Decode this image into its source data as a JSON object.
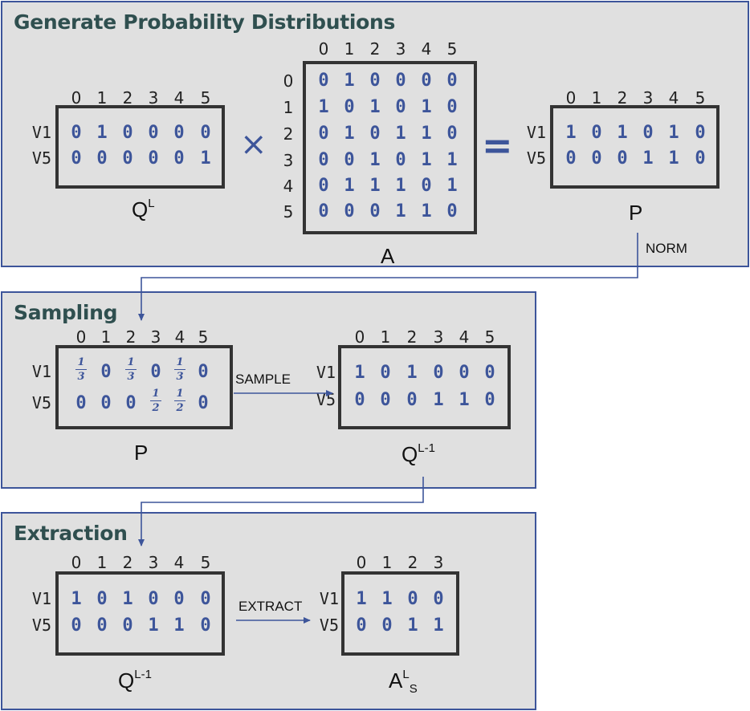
{
  "panels": {
    "generate": {
      "title": "Generate Probability Distributions"
    },
    "sampling": {
      "title": "Sampling"
    },
    "extraction": {
      "title": "Extraction"
    }
  },
  "row_labels": [
    "V1",
    "V5"
  ],
  "col_indices_6": [
    "0",
    "1",
    "2",
    "3",
    "4",
    "5"
  ],
  "col_indices_4": [
    "0",
    "1",
    "2",
    "3"
  ],
  "row_indices_6": [
    "0",
    "1",
    "2",
    "3",
    "4",
    "5"
  ],
  "matrices": {
    "QL": {
      "label_base": "Q",
      "label_sup": "L",
      "rows": [
        [
          "0",
          "1",
          "0",
          "0",
          "0",
          "0"
        ],
        [
          "0",
          "0",
          "0",
          "0",
          "0",
          "1"
        ]
      ]
    },
    "A": {
      "label": "A",
      "rows": [
        [
          "0",
          "1",
          "0",
          "0",
          "0",
          "0"
        ],
        [
          "1",
          "0",
          "1",
          "0",
          "1",
          "0"
        ],
        [
          "0",
          "1",
          "0",
          "1",
          "1",
          "0"
        ],
        [
          "0",
          "0",
          "1",
          "0",
          "1",
          "1"
        ],
        [
          "0",
          "1",
          "1",
          "1",
          "0",
          "1"
        ],
        [
          "0",
          "0",
          "0",
          "1",
          "1",
          "0"
        ]
      ]
    },
    "P": {
      "label": "P",
      "rows": [
        [
          "1",
          "0",
          "1",
          "0",
          "1",
          "0"
        ],
        [
          "0",
          "0",
          "0",
          "1",
          "1",
          "0"
        ]
      ]
    },
    "P_norm": {
      "label": "P",
      "rows": [
        [
          {
            "n": "1",
            "d": "3"
          },
          "0",
          {
            "n": "1",
            "d": "3"
          },
          "0",
          {
            "n": "1",
            "d": "3"
          },
          "0"
        ],
        [
          "0",
          "0",
          "0",
          {
            "n": "1",
            "d": "2"
          },
          {
            "n": "1",
            "d": "2"
          },
          "0"
        ]
      ]
    },
    "QL1_sampled": {
      "label_base": "Q",
      "label_sup": "L-1",
      "rows": [
        [
          "1",
          "0",
          "1",
          "0",
          "0",
          "0"
        ],
        [
          "0",
          "0",
          "0",
          "1",
          "1",
          "0"
        ]
      ]
    },
    "QL1_extract": {
      "label_base": "Q",
      "label_sup": "L-1",
      "rows": [
        [
          "1",
          "0",
          "1",
          "0",
          "0",
          "0"
        ],
        [
          "0",
          "0",
          "0",
          "1",
          "1",
          "0"
        ]
      ]
    },
    "ALS": {
      "label_base": "A",
      "label_sup": "L",
      "label_sub": "S",
      "rows": [
        [
          "1",
          "1",
          "0",
          "0"
        ],
        [
          "0",
          "0",
          "1",
          "1"
        ]
      ]
    }
  },
  "operators": {
    "multiply": "×",
    "equals": "="
  },
  "arrows": {
    "norm": "NORM",
    "sample": "SAMPLE",
    "extract": "EXTRACT"
  },
  "colors": {
    "accent": "#3d559a",
    "panel_bg": "#e0e0e0",
    "box_border": "#333333",
    "title": "#2f4f4f"
  }
}
